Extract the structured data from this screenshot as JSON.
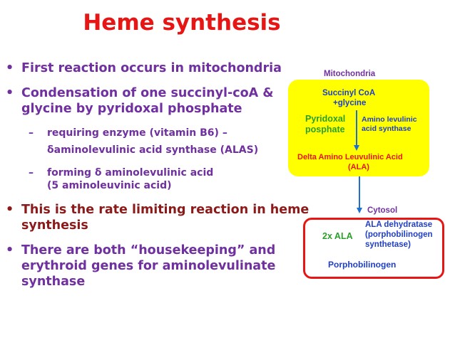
{
  "title": "Heme synthesis",
  "bullets": [
    {
      "lines": [
        "First reaction occurs in mitochondria"
      ],
      "color": "#7030a0"
    },
    {
      "lines": [
        "Condensation of one succinyl-coA &",
        "glycine by pyridoxal phosphate"
      ],
      "color": "#7030a0"
    },
    {
      "lines": [
        "This is the rate limiting reaction in heme",
        "synthesis"
      ],
      "color": "#8b1a1a"
    },
    {
      "lines": [
        "There are both “housekeeping” and",
        "erythroid genes for aminolevulinate",
        "synthase"
      ],
      "color": "#7030a0"
    }
  ],
  "sub_bullets": [
    {
      "lines": [
        "requiring enzyme (vitamin B6) –",
        "δaminolevulinic acid synthase (ALAS)"
      ]
    },
    {
      "lines": [
        "forming δ aminolevulinic acid",
        "(5 aminoleuvinic acid)"
      ]
    }
  ],
  "diagram": {
    "mito_label": "Mitochondria",
    "substrate": [
      "Succinyl CoA",
      "+glycine"
    ],
    "cofactor": [
      "Pyridoxal",
      "posphate"
    ],
    "enzyme1": [
      "Amino levulinic",
      "acid synthase"
    ],
    "product1": [
      "Delta Amino Leuvulinic Acid",
      "(ALA)"
    ],
    "cyto_label": "Cytosol",
    "substrate2": "2x ALA",
    "enzyme2": [
      "ALA dehydratase",
      "(porphobilinogen",
      "synthetase)"
    ],
    "product2": "Porphobilinogen"
  },
  "colors": {
    "title": "#e81515",
    "purple": "#7030a0",
    "darkred": "#8b1a1a",
    "blue": "#1f3fc8",
    "green": "#2aa02a",
    "yellow": "#ffff00",
    "arrow": "#1f6fd0"
  }
}
